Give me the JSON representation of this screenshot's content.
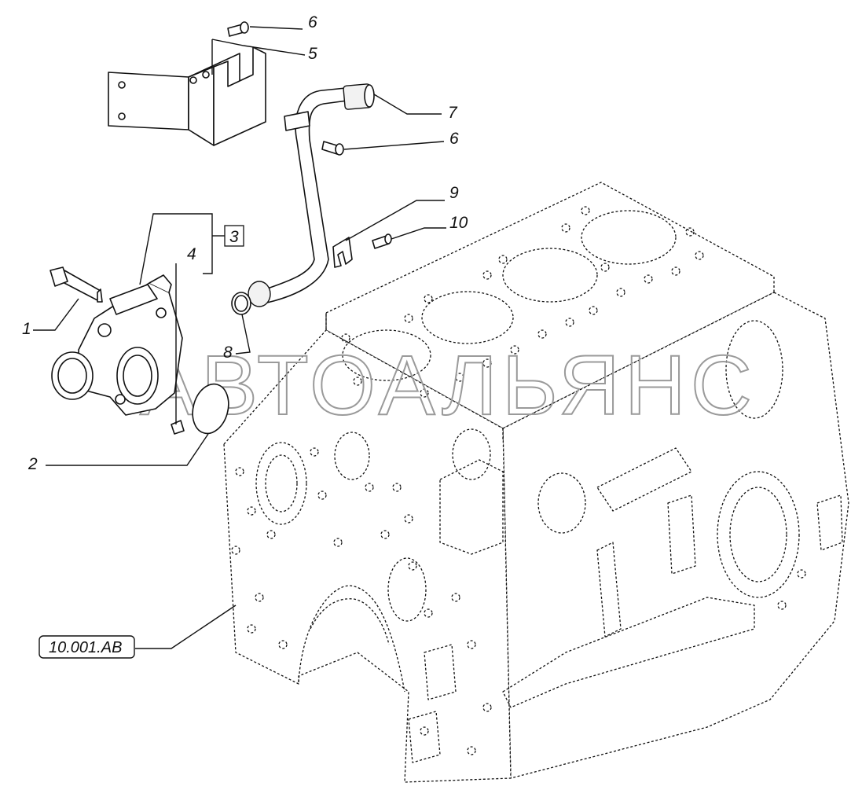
{
  "watermark": "АВТОАЛЬЯНС",
  "reference_label": "10.001.AB",
  "callouts": {
    "c1": "1",
    "c2": "2",
    "c3": "3",
    "c4": "4",
    "c5": "5",
    "c6a": "6",
    "c6b": "6",
    "c7": "7",
    "c8": "8",
    "c9": "9",
    "c10": "10"
  }
}
